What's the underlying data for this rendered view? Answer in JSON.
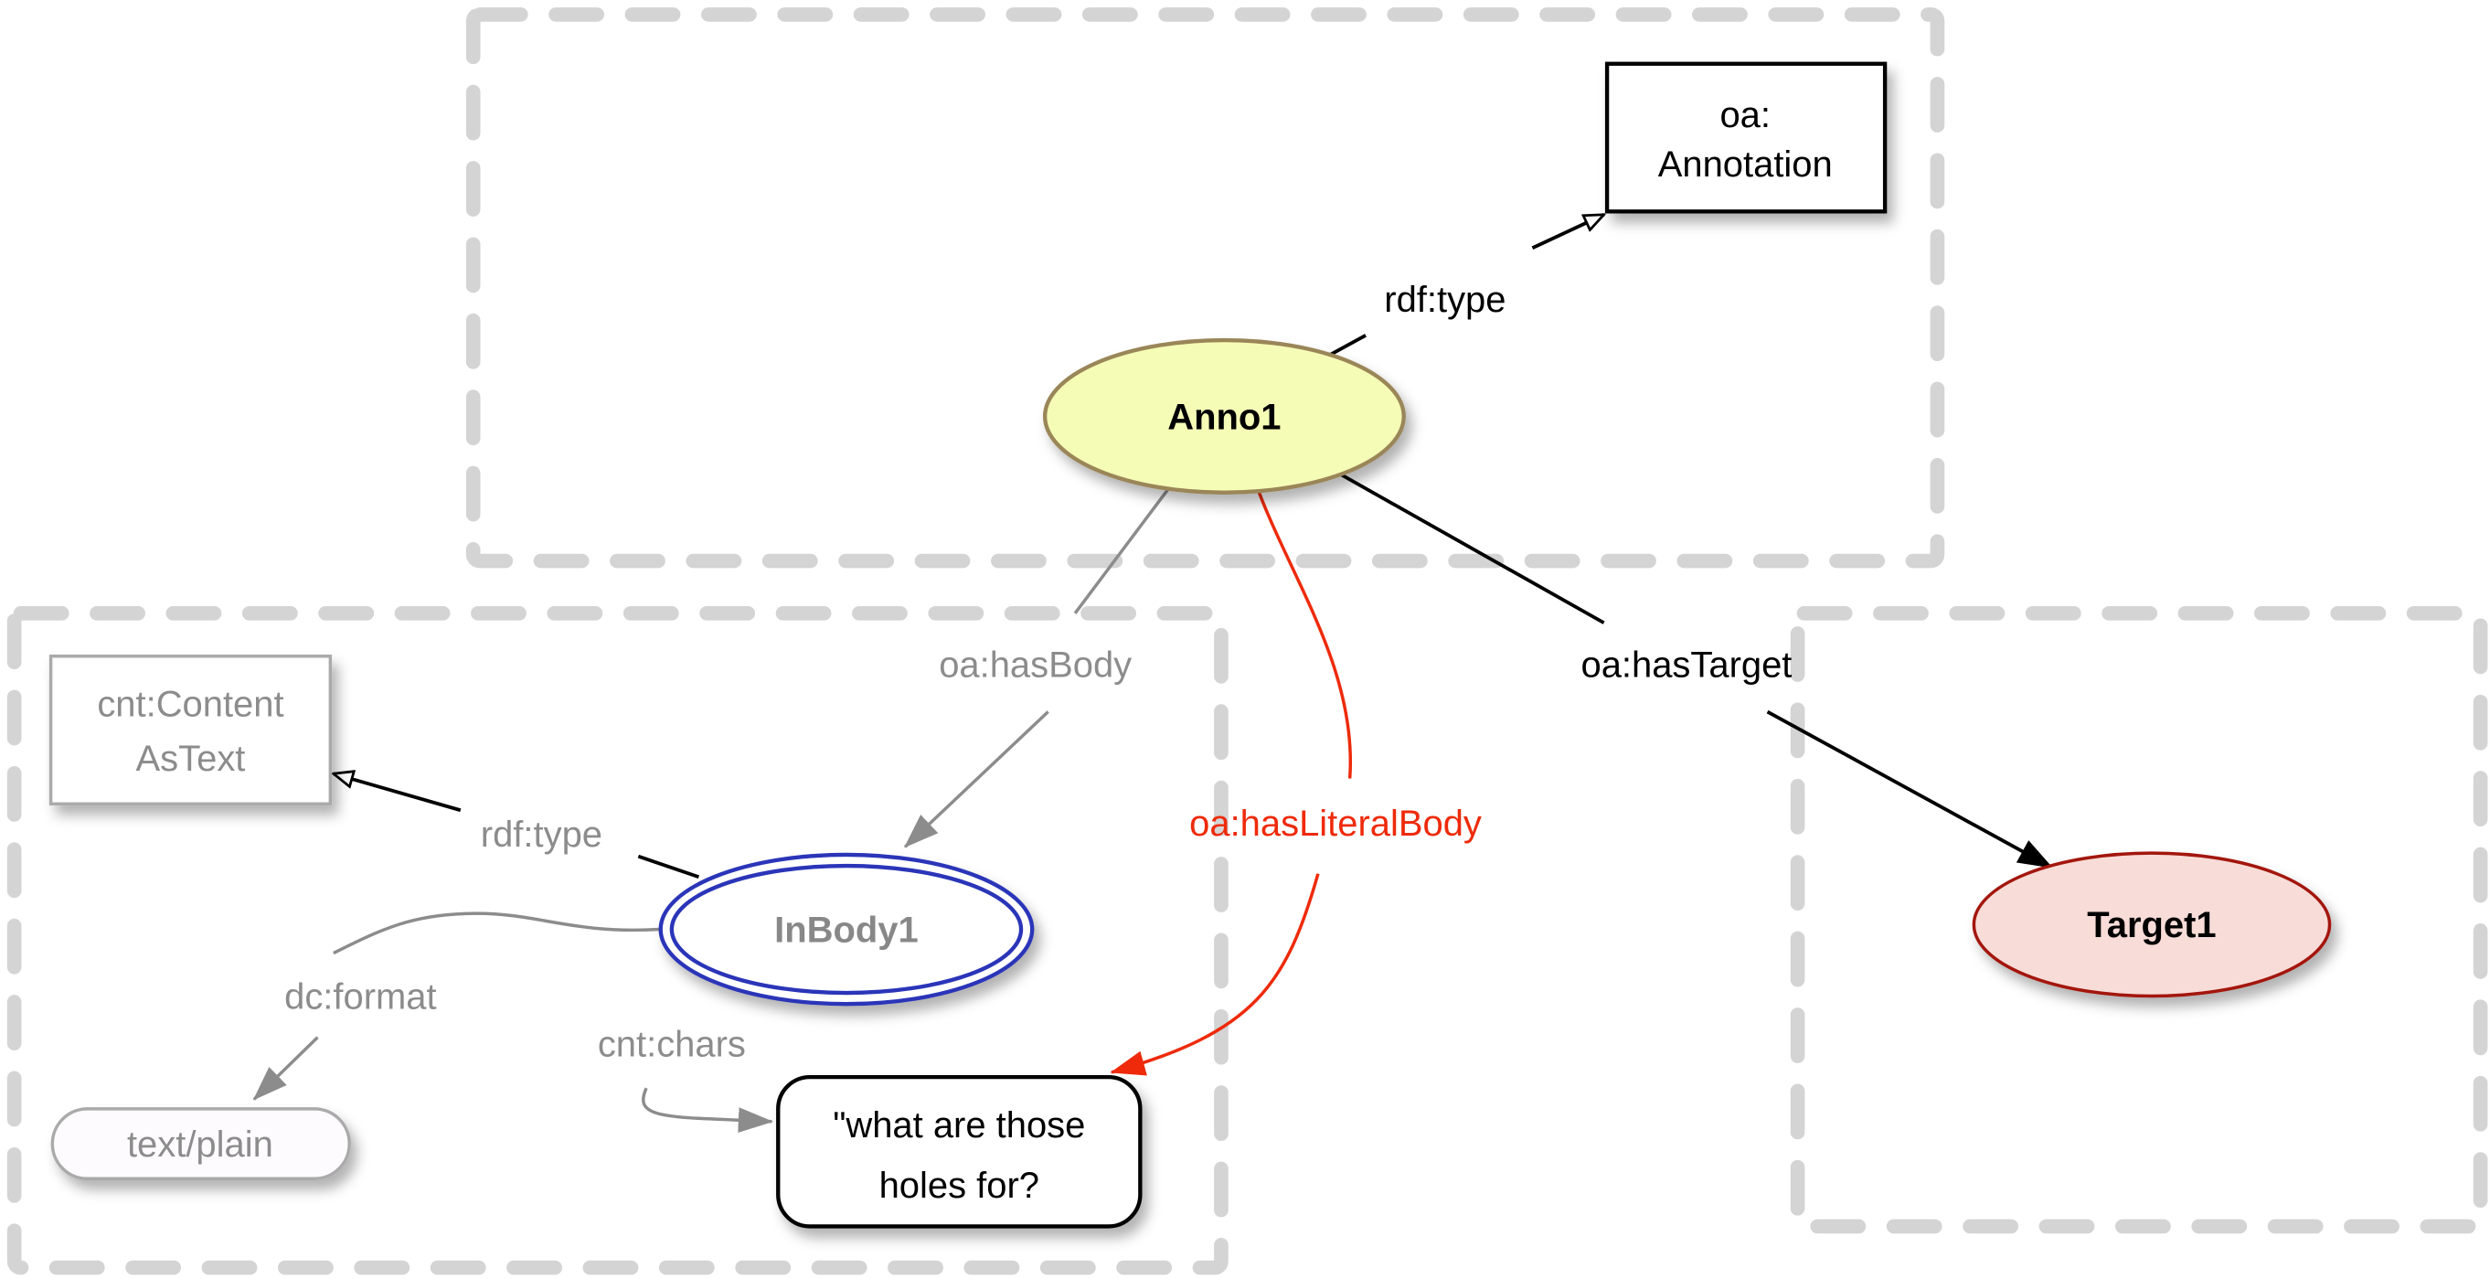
{
  "nodes": {
    "anno": {
      "label": "Anno1",
      "fill": "#f5fcb6",
      "stroke": "#9a8658"
    },
    "target": {
      "label": "Target1",
      "fill": "#f8dcd8",
      "stroke": "#a3150c"
    },
    "inbody": {
      "label": "InBody1",
      "stroke": "#2a35b8",
      "text_color": "#888888"
    },
    "annotation_class": {
      "line1": "oa:",
      "line2": "Annotation"
    },
    "content_class": {
      "line1": "cnt:Content",
      "line2": "AsText"
    },
    "format_literal": {
      "label": "text/plain"
    },
    "chars_literal": {
      "line1": "\"what are those",
      "line2": "holes for?"
    }
  },
  "edges": {
    "anno_type": "rdf:type",
    "has_body": "oa:hasBody",
    "has_target": "oa:hasTarget",
    "has_literal_body": "oa:hasLiteralBody",
    "body_type": "rdf:type",
    "dc_format": "dc:format",
    "cnt_chars": "cnt:chars"
  },
  "colors": {
    "literal_edge": "#ee2a0a",
    "grey": "#8c8c8c",
    "group_border": "#d4d4d4"
  }
}
